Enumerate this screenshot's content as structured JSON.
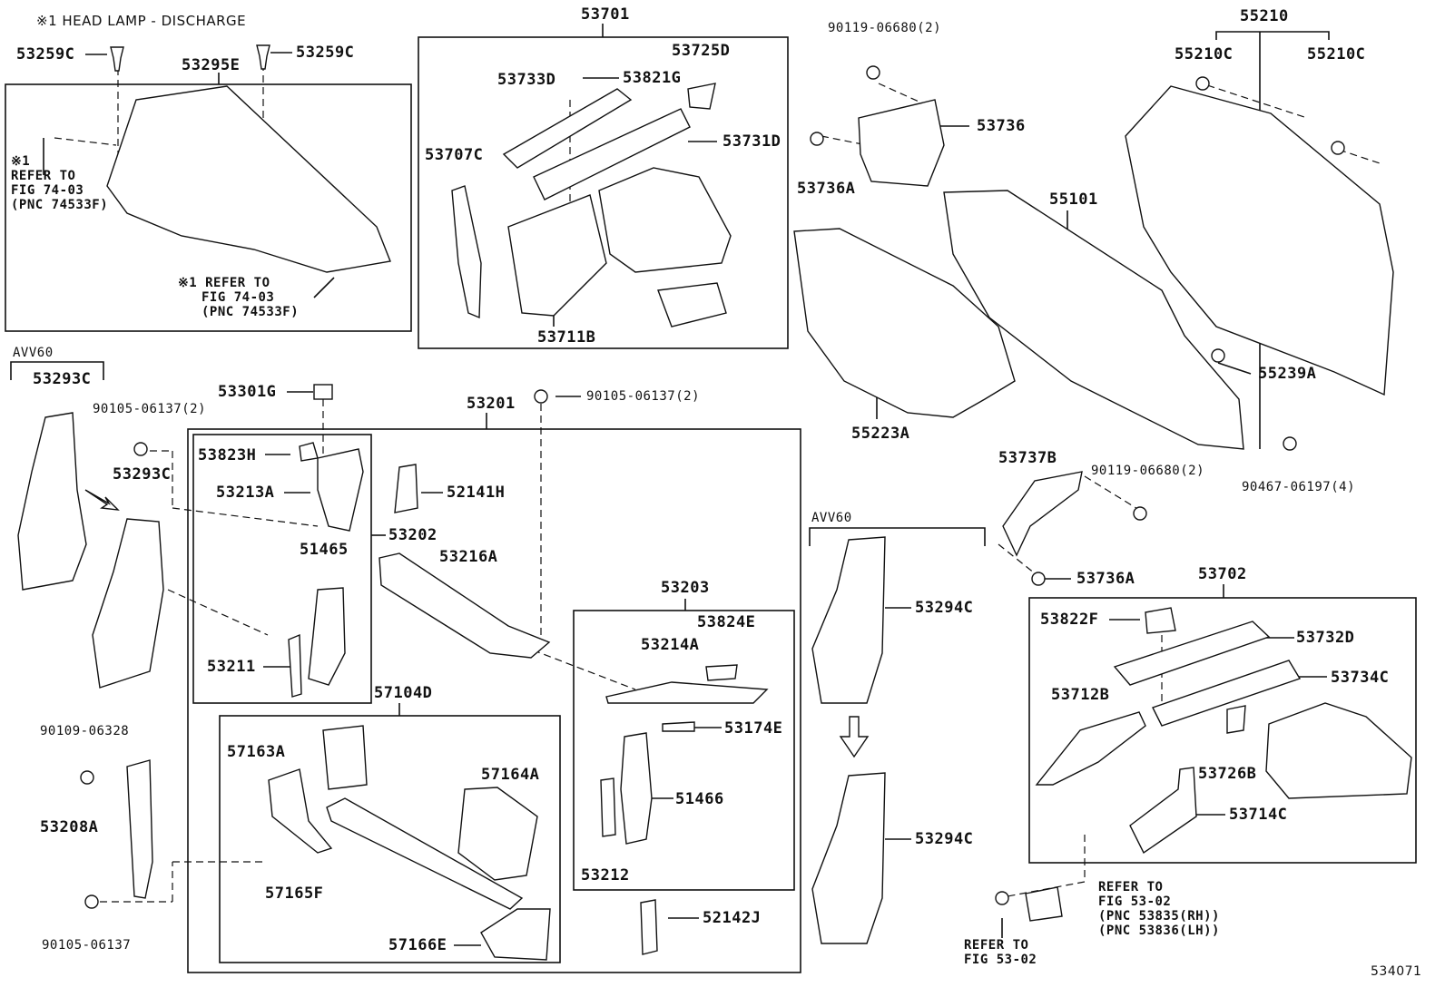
{
  "header": {
    "title": "※1 HEAD LAMP - DISCHARGE"
  },
  "catalog_number": "534071",
  "callouts": {
    "c53259C_a": "53259C",
    "c53259C_b": "53259C",
    "c53295E": "53295E",
    "c53701": "53701",
    "c53725D": "53725D",
    "c53733D": "53733D",
    "c53821G": "53821G",
    "c53731D": "53731D",
    "c53707C": "53707C",
    "c53711B": "53711B",
    "c90119_a": "90119-06680(2)",
    "c53736": "53736",
    "c53736A_a": "53736A",
    "c55210": "55210",
    "c55210C_a": "55210C",
    "c55210C_b": "55210C",
    "c55101": "55101",
    "c55223A": "55223A",
    "c55239A": "55239A",
    "c53737B": "53737B",
    "c90119_b": "90119-06680(2)",
    "c90467": "90467-06197(4)",
    "c53736A_b": "53736A",
    "c53293C_a": "53293C",
    "c90105_a": "90105-06137(2)",
    "c53293C_b": "53293C",
    "c53301G": "53301G",
    "c53201": "53201",
    "c90105_b": "90105-06137(2)",
    "c53823H": "53823H",
    "c53213A": "53213A",
    "c52141H": "52141H",
    "c53202": "53202",
    "c51465": "51465",
    "c53216A": "53216A",
    "c53211": "53211",
    "c53203": "53203",
    "c53824E": "53824E",
    "c53214A": "53214A",
    "c53174E": "53174E",
    "c51466": "51466",
    "c53212": "53212",
    "c57104D": "57104D",
    "c57163A": "57163A",
    "c57164A": "57164A",
    "c57165F": "57165F",
    "c57166E": "57166E",
    "c52142J": "52142J",
    "c90109": "90109-06328",
    "c53208A": "53208A",
    "c90105_c": "90105-06137",
    "c53294C_a": "53294C",
    "c53294C_b": "53294C",
    "c53702": "53702",
    "c53822F": "53822F",
    "c53732D": "53732D",
    "c53712B": "53712B",
    "c53734C": "53734C",
    "c53726B": "53726B",
    "c53714C": "53714C"
  },
  "notes": {
    "avv60_left": "AVV60",
    "avv60_right": "AVV60",
    "refer1_l1": "※1",
    "refer1_l2": "REFER TO",
    "refer1_l3": "FIG 74-03",
    "refer1_l4": "(PNC 74533F)",
    "refer2_l1": "※1 REFER TO",
    "refer2_l2": "FIG 74-03",
    "refer2_l3": "(PNC 74533F)",
    "refer3_l1": "REFER TO",
    "refer3_l2": "FIG 53-02",
    "refer3_l3": "(PNC 53835(RH))",
    "refer3_l4": "(PNC 53836(LH))",
    "refer4_l1": "REFER TO",
    "refer4_l2": "FIG 53-02"
  }
}
